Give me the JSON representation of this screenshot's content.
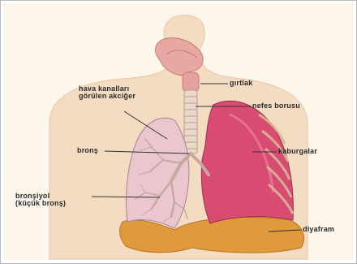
{
  "labels": {
    "lung_airways": [
      "hava kanalları",
      "görülen akciğer"
    ],
    "larynx": "gırtlak",
    "trachea": "nefes borusu",
    "bronchus": "bronş",
    "ribs": "kaburgalar",
    "bronchiole": [
      "bronşiyol",
      "(küçük bronş)"
    ],
    "diaphragm": "diyafram"
  },
  "colors": {
    "background": "#fdf6ea",
    "body": "#f3dcc2",
    "lung_left": "#eac6cf",
    "lung_right": "#d94c72",
    "diaphragm": "#e09a3b",
    "airway": "#c7a8a0"
  }
}
